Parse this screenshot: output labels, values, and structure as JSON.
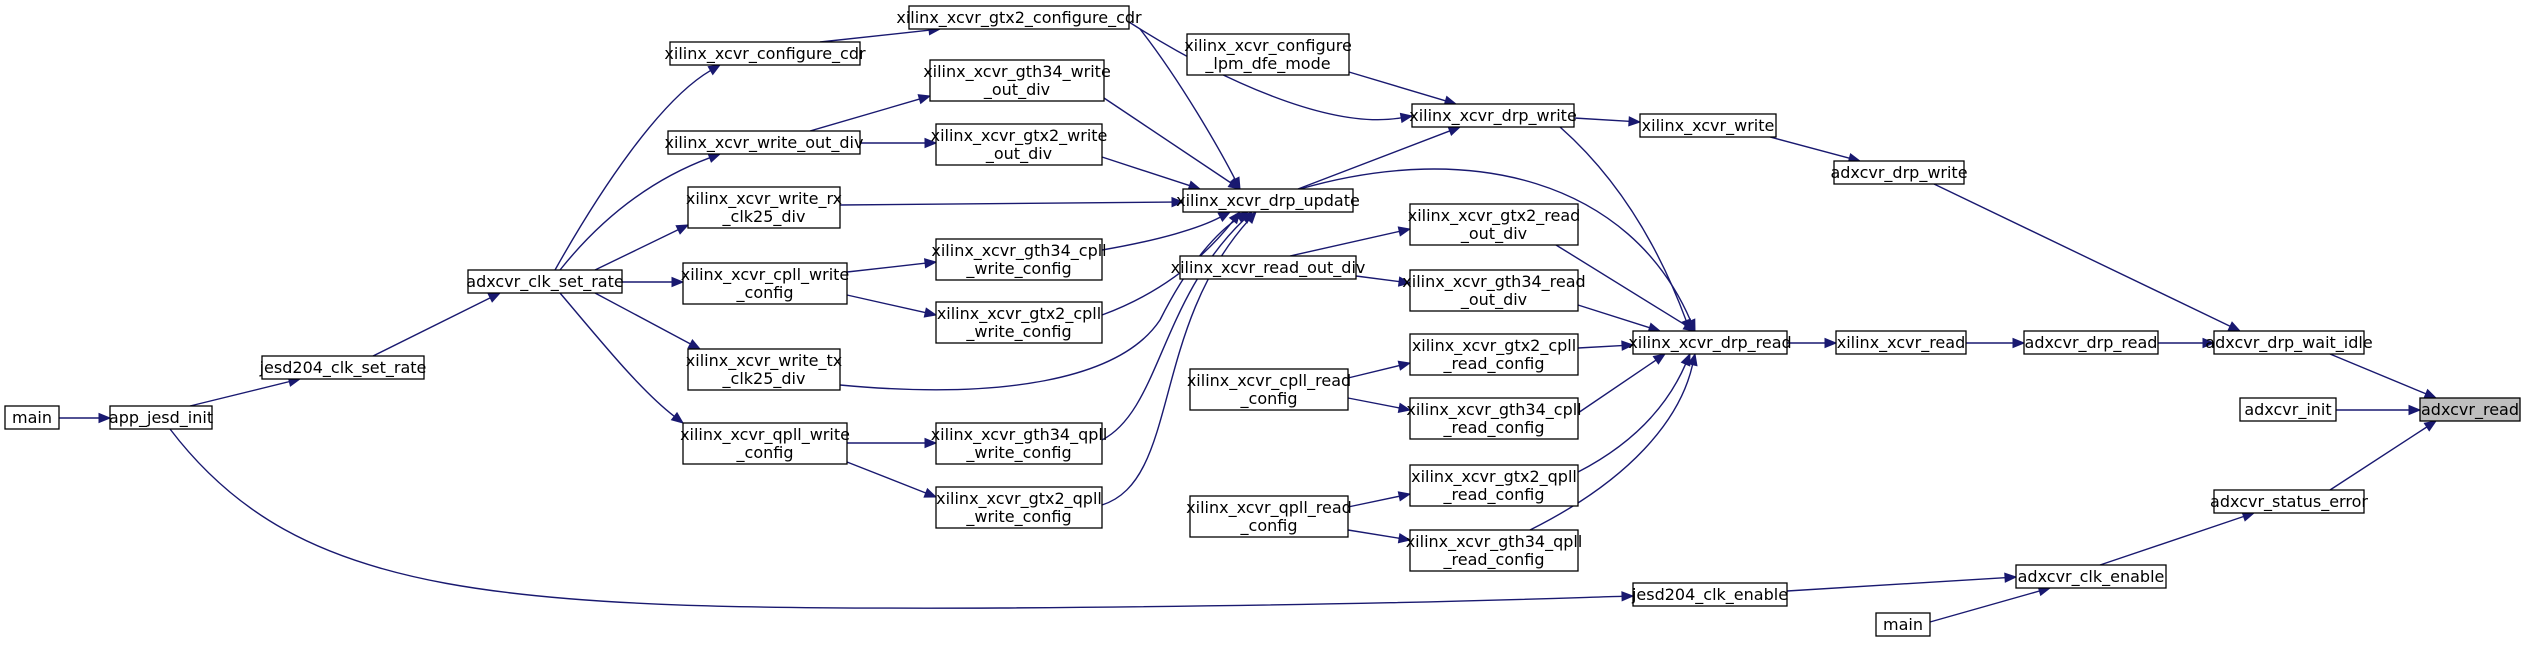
{
  "graph": {
    "title": "",
    "colors": {
      "edge": "#191970",
      "node_border": "#000000",
      "node_fill": "#ffffff",
      "focus_fill": "#bfbfbf",
      "background": "#ffffff"
    },
    "nodes": [
      {
        "id": "adxcvr_read",
        "lines": [
          "adxcvr_read"
        ],
        "focus": true
      },
      {
        "id": "adxcvr_drp_wait_idle",
        "lines": [
          "adxcvr_drp_wait_idle"
        ]
      },
      {
        "id": "adxcvr_init",
        "lines": [
          "adxcvr_init"
        ]
      },
      {
        "id": "adxcvr_status_error",
        "lines": [
          "adxcvr_status_error"
        ]
      },
      {
        "id": "adxcvr_drp_write",
        "lines": [
          "adxcvr_drp_write"
        ]
      },
      {
        "id": "adxcvr_drp_read",
        "lines": [
          "adxcvr_drp_read"
        ]
      },
      {
        "id": "adxcvr_clk_enable",
        "lines": [
          "adxcvr_clk_enable"
        ]
      },
      {
        "id": "main_b",
        "lines": [
          "main"
        ]
      },
      {
        "id": "xilinx_xcvr_write",
        "lines": [
          "xilinx_xcvr_write"
        ]
      },
      {
        "id": "xilinx_xcvr_read",
        "lines": [
          "xilinx_xcvr_read"
        ]
      },
      {
        "id": "jesd204_clk_enable",
        "lines": [
          "jesd204_clk_enable"
        ]
      },
      {
        "id": "xilinx_xcvr_drp_write",
        "lines": [
          "xilinx_xcvr_drp_write"
        ]
      },
      {
        "id": "xilinx_xcvr_drp_read",
        "lines": [
          "xilinx_xcvr_drp_read"
        ]
      },
      {
        "id": "xilinx_xcvr_configure_lpm_dfe_mode",
        "lines": [
          "xilinx_xcvr_configure",
          "_lpm_dfe_mode"
        ]
      },
      {
        "id": "xilinx_xcvr_gtx2_configure_cdr",
        "lines": [
          "xilinx_xcvr_gtx2_configure_cdr"
        ]
      },
      {
        "id": "xilinx_xcvr_drp_update",
        "lines": [
          "xilinx_xcvr_drp_update"
        ]
      },
      {
        "id": "xilinx_xcvr_gtx2_read_out_div",
        "lines": [
          "xilinx_xcvr_gtx2_read",
          "_out_div"
        ]
      },
      {
        "id": "xilinx_xcvr_gth34_read_out_div",
        "lines": [
          "xilinx_xcvr_gth34_read",
          "_out_div"
        ]
      },
      {
        "id": "xilinx_xcvr_gtx2_cpll_read_config",
        "lines": [
          "xilinx_xcvr_gtx2_cpll",
          "_read_config"
        ]
      },
      {
        "id": "xilinx_xcvr_gth34_cpll_read_config",
        "lines": [
          "xilinx_xcvr_gth34_cpll",
          "_read_config"
        ]
      },
      {
        "id": "xilinx_xcvr_gtx2_qpll_read_config",
        "lines": [
          "xilinx_xcvr_gtx2_qpll",
          "_read_config"
        ]
      },
      {
        "id": "xilinx_xcvr_gth34_qpll_read_config",
        "lines": [
          "xilinx_xcvr_gth34_qpll",
          "_read_config"
        ]
      },
      {
        "id": "xilinx_xcvr_read_out_div",
        "lines": [
          "xilinx_xcvr_read_out_div"
        ]
      },
      {
        "id": "xilinx_xcvr_cpll_read_config",
        "lines": [
          "xilinx_xcvr_cpll_read",
          "_config"
        ]
      },
      {
        "id": "xilinx_xcvr_qpll_read_config",
        "lines": [
          "xilinx_xcvr_qpll_read",
          "_config"
        ]
      },
      {
        "id": "xilinx_xcvr_gth34_write_out_div",
        "lines": [
          "xilinx_xcvr_gth34_write",
          "_out_div"
        ]
      },
      {
        "id": "xilinx_xcvr_gtx2_write_out_div",
        "lines": [
          "xilinx_xcvr_gtx2_write",
          "_out_div"
        ]
      },
      {
        "id": "xilinx_xcvr_gth34_cpll_write_config",
        "lines": [
          "xilinx_xcvr_gth34_cpll",
          "_write_config"
        ]
      },
      {
        "id": "xilinx_xcvr_gtx2_cpll_write_config",
        "lines": [
          "xilinx_xcvr_gtx2_cpll",
          "_write_config"
        ]
      },
      {
        "id": "xilinx_xcvr_gth34_qpll_write_config",
        "lines": [
          "xilinx_xcvr_gth34_qpll",
          "_write_config"
        ]
      },
      {
        "id": "xilinx_xcvr_gtx2_qpll_write_config",
        "lines": [
          "xilinx_xcvr_gtx2_qpll",
          "_write_config"
        ]
      },
      {
        "id": "xilinx_xcvr_configure_cdr",
        "lines": [
          "xilinx_xcvr_configure_cdr"
        ]
      },
      {
        "id": "xilinx_xcvr_write_out_div",
        "lines": [
          "xilinx_xcvr_write_out_div"
        ]
      },
      {
        "id": "xilinx_xcvr_write_rx_clk25_div",
        "lines": [
          "xilinx_xcvr_write_rx",
          "_clk25_div"
        ]
      },
      {
        "id": "xilinx_xcvr_cpll_write_config",
        "lines": [
          "xilinx_xcvr_cpll_write",
          "_config"
        ]
      },
      {
        "id": "xilinx_xcvr_write_tx_clk25_div",
        "lines": [
          "xilinx_xcvr_write_tx",
          "_clk25_div"
        ]
      },
      {
        "id": "xilinx_xcvr_qpll_write_config",
        "lines": [
          "xilinx_xcvr_qpll_write",
          "_config"
        ]
      },
      {
        "id": "adxcvr_clk_set_rate",
        "lines": [
          "adxcvr_clk_set_rate"
        ]
      },
      {
        "id": "jesd204_clk_set_rate",
        "lines": [
          "jesd204_clk_set_rate"
        ]
      },
      {
        "id": "app_jesd_init",
        "lines": [
          "app_jesd_init"
        ]
      },
      {
        "id": "main_a",
        "lines": [
          "main"
        ]
      }
    ],
    "edges": [
      {
        "from": "adxcvr_drp_wait_idle",
        "to": "adxcvr_read"
      },
      {
        "from": "adxcvr_init",
        "to": "adxcvr_read"
      },
      {
        "from": "adxcvr_status_error",
        "to": "adxcvr_read"
      },
      {
        "from": "adxcvr_drp_write",
        "to": "adxcvr_drp_wait_idle"
      },
      {
        "from": "adxcvr_drp_read",
        "to": "adxcvr_drp_wait_idle"
      },
      {
        "from": "adxcvr_clk_enable",
        "to": "adxcvr_status_error"
      },
      {
        "from": "xilinx_xcvr_write",
        "to": "adxcvr_drp_write"
      },
      {
        "from": "xilinx_xcvr_read",
        "to": "adxcvr_drp_read"
      },
      {
        "from": "jesd204_clk_enable",
        "to": "adxcvr_clk_enable"
      },
      {
        "from": "main_b",
        "to": "adxcvr_clk_enable"
      },
      {
        "from": "xilinx_xcvr_drp_write",
        "to": "xilinx_xcvr_write"
      },
      {
        "from": "xilinx_xcvr_drp_read",
        "to": "xilinx_xcvr_read"
      },
      {
        "from": "xilinx_xcvr_configure_lpm_dfe_mode",
        "to": "xilinx_xcvr_drp_write"
      },
      {
        "from": "xilinx_xcvr_gtx2_configure_cdr",
        "to": "xilinx_xcvr_drp_write"
      },
      {
        "from": "xilinx_xcvr_drp_update",
        "to": "xilinx_xcvr_drp_write"
      },
      {
        "from": "xilinx_xcvr_drp_write",
        "to": "xilinx_xcvr_drp_read"
      },
      {
        "from": "xilinx_xcvr_drp_update",
        "to": "xilinx_xcvr_drp_read"
      },
      {
        "from": "xilinx_xcvr_gtx2_read_out_div",
        "to": "xilinx_xcvr_drp_read"
      },
      {
        "from": "xilinx_xcvr_gth34_read_out_div",
        "to": "xilinx_xcvr_drp_read"
      },
      {
        "from": "xilinx_xcvr_gtx2_cpll_read_config",
        "to": "xilinx_xcvr_drp_read"
      },
      {
        "from": "xilinx_xcvr_gth34_cpll_read_config",
        "to": "xilinx_xcvr_drp_read"
      },
      {
        "from": "xilinx_xcvr_gtx2_qpll_read_config",
        "to": "xilinx_xcvr_drp_read"
      },
      {
        "from": "xilinx_xcvr_gth34_qpll_read_config",
        "to": "xilinx_xcvr_drp_read"
      },
      {
        "from": "xilinx_xcvr_read_out_div",
        "to": "xilinx_xcvr_gtx2_read_out_div"
      },
      {
        "from": "xilinx_xcvr_read_out_div",
        "to": "xilinx_xcvr_gth34_read_out_div"
      },
      {
        "from": "xilinx_xcvr_cpll_read_config",
        "to": "xilinx_xcvr_gtx2_cpll_read_config"
      },
      {
        "from": "xilinx_xcvr_cpll_read_config",
        "to": "xilinx_xcvr_gth34_cpll_read_config"
      },
      {
        "from": "xilinx_xcvr_qpll_read_config",
        "to": "xilinx_xcvr_gtx2_qpll_read_config"
      },
      {
        "from": "xilinx_xcvr_qpll_read_config",
        "to": "xilinx_xcvr_gth34_qpll_read_config"
      },
      {
        "from": "xilinx_xcvr_gtx2_configure_cdr",
        "to": "xilinx_xcvr_drp_update"
      },
      {
        "from": "xilinx_xcvr_gth34_write_out_div",
        "to": "xilinx_xcvr_drp_update"
      },
      {
        "from": "xilinx_xcvr_gtx2_write_out_div",
        "to": "xilinx_xcvr_drp_update"
      },
      {
        "from": "xilinx_xcvr_write_rx_clk25_div",
        "to": "xilinx_xcvr_drp_update"
      },
      {
        "from": "xilinx_xcvr_gth34_cpll_write_config",
        "to": "xilinx_xcvr_drp_update"
      },
      {
        "from": "xilinx_xcvr_gtx2_cpll_write_config",
        "to": "xilinx_xcvr_drp_update"
      },
      {
        "from": "xilinx_xcvr_write_tx_clk25_div",
        "to": "xilinx_xcvr_drp_update"
      },
      {
        "from": "xilinx_xcvr_gth34_qpll_write_config",
        "to": "xilinx_xcvr_drp_update"
      },
      {
        "from": "xilinx_xcvr_gtx2_qpll_write_config",
        "to": "xilinx_xcvr_drp_update"
      },
      {
        "from": "xilinx_xcvr_configure_cdr",
        "to": "xilinx_xcvr_gtx2_configure_cdr"
      },
      {
        "from": "xilinx_xcvr_write_out_div",
        "to": "xilinx_xcvr_gth34_write_out_div"
      },
      {
        "from": "xilinx_xcvr_write_out_div",
        "to": "xilinx_xcvr_gtx2_write_out_div"
      },
      {
        "from": "xilinx_xcvr_cpll_write_config",
        "to": "xilinx_xcvr_gth34_cpll_write_config"
      },
      {
        "from": "xilinx_xcvr_cpll_write_config",
        "to": "xilinx_xcvr_gtx2_cpll_write_config"
      },
      {
        "from": "xilinx_xcvr_qpll_write_config",
        "to": "xilinx_xcvr_gth34_qpll_write_config"
      },
      {
        "from": "xilinx_xcvr_qpll_write_config",
        "to": "xilinx_xcvr_gtx2_qpll_write_config"
      },
      {
        "from": "adxcvr_clk_set_rate",
        "to": "xilinx_xcvr_configure_cdr"
      },
      {
        "from": "adxcvr_clk_set_rate",
        "to": "xilinx_xcvr_write_out_div"
      },
      {
        "from": "adxcvr_clk_set_rate",
        "to": "xilinx_xcvr_write_rx_clk25_div"
      },
      {
        "from": "adxcvr_clk_set_rate",
        "to": "xilinx_xcvr_cpll_write_config"
      },
      {
        "from": "adxcvr_clk_set_rate",
        "to": "xilinx_xcvr_write_tx_clk25_div"
      },
      {
        "from": "adxcvr_clk_set_rate",
        "to": "xilinx_xcvr_qpll_write_config"
      },
      {
        "from": "jesd204_clk_set_rate",
        "to": "adxcvr_clk_set_rate"
      },
      {
        "from": "app_jesd_init",
        "to": "jesd204_clk_set_rate"
      },
      {
        "from": "app_jesd_init",
        "to": "jesd204_clk_enable"
      },
      {
        "from": "main_a",
        "to": "app_jesd_init"
      }
    ]
  }
}
